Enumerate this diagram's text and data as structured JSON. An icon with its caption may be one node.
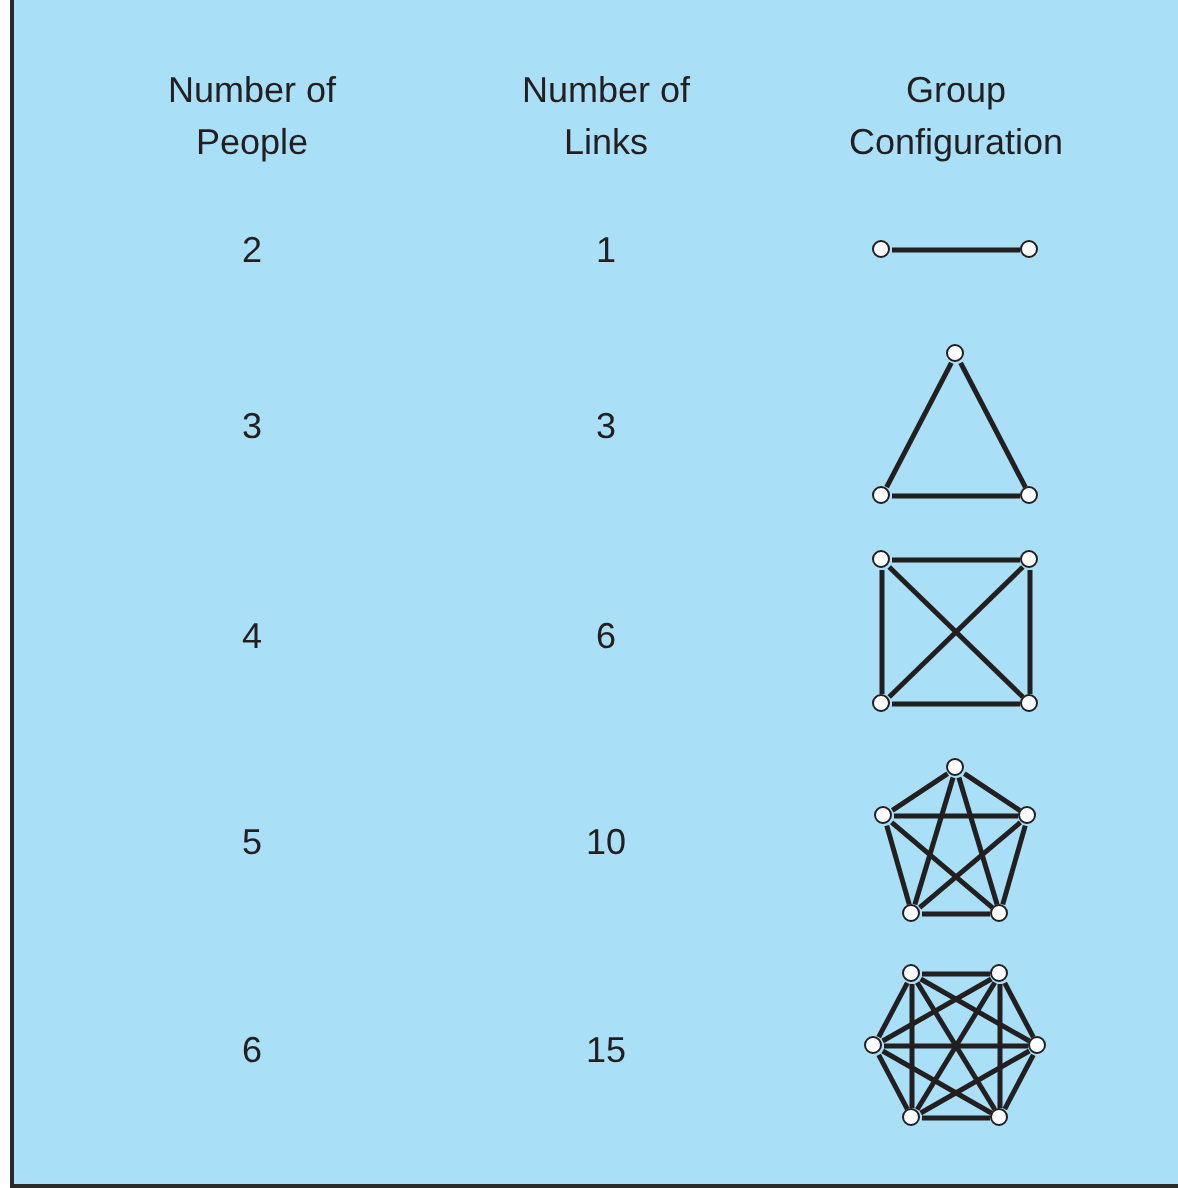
{
  "diagram": {
    "nodes": [
      {
        "text": [],
        "shape": "circle"
      },
      {
        "text": [],
        "shape": "circle"
      },
      {
        "text": [],
        "shape": "circle"
      },
      {
        "text": [],
        "shape": "circle"
      },
      {
        "text": [],
        "shape": "circle"
      },
      {
        "text": [],
        "shape": "circle"
      },
      {
        "text": [],
        "shape": "circle"
      },
      {
        "text": [],
        "shape": "circle"
      },
      {
        "text": [],
        "shape": "circle"
      },
      {
        "text": [],
        "shape": "circle"
      },
      {
        "text": [],
        "shape": "circle"
      },
      {
        "text": [],
        "shape": "circle"
      },
      {
        "text": [],
        "shape": "circle"
      },
      {
        "text": [],
        "shape": "circle"
      },
      {
        "text": [],
        "shape": "circle"
      },
      {
        "text": [],
        "shape": "circle"
      },
      {
        "text": [],
        "shape": "circle"
      },
      {
        "text": [],
        "shape": "circle"
      },
      {
        "text": [],
        "shape": "circle"
      },
      {
        "text": [],
        "shape": "circle"
      }
    ],
    "edges": [
      {
        "from": 0,
        "to": 1,
        "arrow": "none"
      },
      {
        "from": 2,
        "to": 3,
        "arrow": "none"
      },
      {
        "from": 2,
        "to": 4,
        "arrow": "none"
      },
      {
        "from": 3,
        "to": 4,
        "arrow": "none"
      },
      {
        "from": 5,
        "to": 6,
        "arrow": "none"
      },
      {
        "from": 5,
        "to": 7,
        "arrow": "none"
      },
      {
        "from": 5,
        "to": 8,
        "arrow": "none"
      },
      {
        "from": 6,
        "to": 7,
        "arrow": "none"
      },
      {
        "from": 6,
        "to": 8,
        "arrow": "none"
      },
      {
        "from": 7,
        "to": 8,
        "arrow": "none"
      },
      {
        "from": 9,
        "to": 10,
        "arrow": "none"
      },
      {
        "from": 9,
        "to": 11,
        "arrow": "none"
      },
      {
        "from": 9,
        "to": 12,
        "arrow": "none"
      },
      {
        "from": 9,
        "to": 13,
        "arrow": "none"
      },
      {
        "from": 10,
        "to": 11,
        "arrow": "none"
      },
      {
        "from": 10,
        "to": 12,
        "arrow": "none"
      },
      {
        "from": 10,
        "to": 13,
        "arrow": "none"
      },
      {
        "from": 11,
        "to": 12,
        "arrow": "none"
      },
      {
        "from": 11,
        "to": 13,
        "arrow": "none"
      },
      {
        "from": 12,
        "to": 13,
        "arrow": "none"
      },
      {
        "from": 14,
        "to": 15,
        "arrow": "none"
      },
      {
        "from": 14,
        "to": 16,
        "arrow": "none"
      },
      {
        "from": 14,
        "to": 17,
        "arrow": "none"
      },
      {
        "from": 14,
        "to": 18,
        "arrow": "none"
      },
      {
        "from": 14,
        "to": 19,
        "arrow": "none"
      },
      {
        "from": 15,
        "to": 16,
        "arrow": "none"
      },
      {
        "from": 15,
        "to": 17,
        "arrow": "none"
      },
      {
        "from": 15,
        "to": 18,
        "arrow": "none"
      },
      {
        "from": 15,
        "to": 19,
        "arrow": "none"
      },
      {
        "from": 16,
        "to": 17,
        "arrow": "none"
      },
      {
        "from": 16,
        "to": 18,
        "arrow": "none"
      },
      {
        "from": 16,
        "to": 19,
        "arrow": "none"
      },
      {
        "from": 17,
        "to": 18,
        "arrow": "none"
      },
      {
        "from": 17,
        "to": 19,
        "arrow": "none"
      },
      {
        "from": 18,
        "to": 19,
        "arrow": "none"
      }
    ],
    "labels": [
      "Number of People",
      "Number of Links",
      "Group Configuration",
      "2",
      "1",
      "3",
      "3",
      "4",
      "6",
      "5",
      "10",
      "6",
      "15"
    ]
  }
}
